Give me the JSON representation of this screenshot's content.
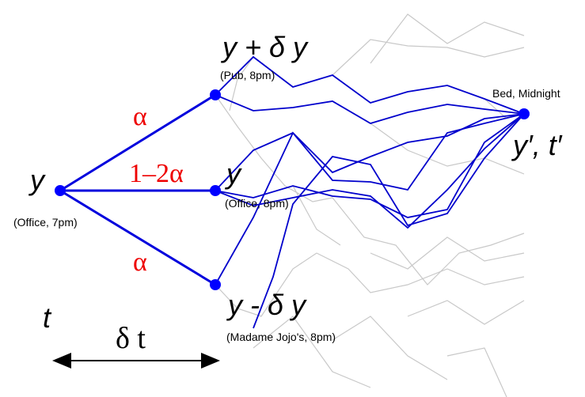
{
  "colors": {
    "tree": "#0000dd",
    "node": "#0000ff",
    "path": "#0000cc",
    "background_path": "#c8c8c8",
    "probability": "#ee0000",
    "text": "#000000"
  },
  "nodes": {
    "start": {
      "symbol": "y",
      "caption": "(Office, 7pm)"
    },
    "up": {
      "symbol": "y + δ y",
      "caption": "(Pub, 8pm)"
    },
    "middle": {
      "symbol": "y",
      "caption": "(Office, 8pm)"
    },
    "down": {
      "symbol": "y - δ y",
      "caption": "(Madame Jojo's, 8pm)"
    },
    "end": {
      "symbol": "y′, t′",
      "caption": "Bed, Midnight"
    }
  },
  "probabilities": {
    "up": "α",
    "middle": "1–2α",
    "down": "α"
  },
  "time": {
    "label": "t",
    "step_label": "δ t"
  }
}
